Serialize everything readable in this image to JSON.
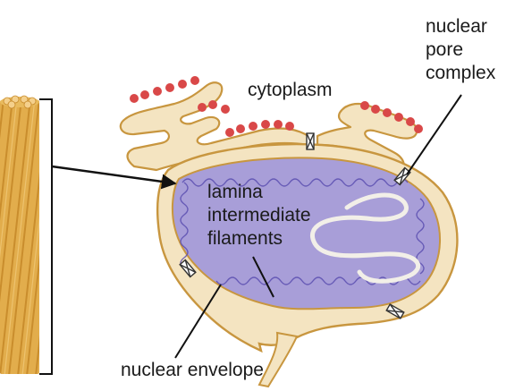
{
  "labels": {
    "cytoplasm": "cytoplasm",
    "nuclear_pore_complex": [
      "nuclear",
      "pore",
      "complex"
    ],
    "lamina_intermediate_filaments": [
      "lamina",
      "intermediate",
      "filaments"
    ],
    "nuclear_envelope": "nuclear envelope"
  },
  "colors": {
    "envelope_tan": "#f4e4c1",
    "envelope_outline": "#c8963f",
    "nucleoplasm": "#a89ed8",
    "lamina_filament": "#5a4db0",
    "ribosome": "#d94848",
    "pore": "#ffffff",
    "fiber_gold": "#e2ad4c",
    "fiber_stripe": "#c78a2a",
    "chromatin": "#f2efe8",
    "pointer": "#111111"
  }
}
